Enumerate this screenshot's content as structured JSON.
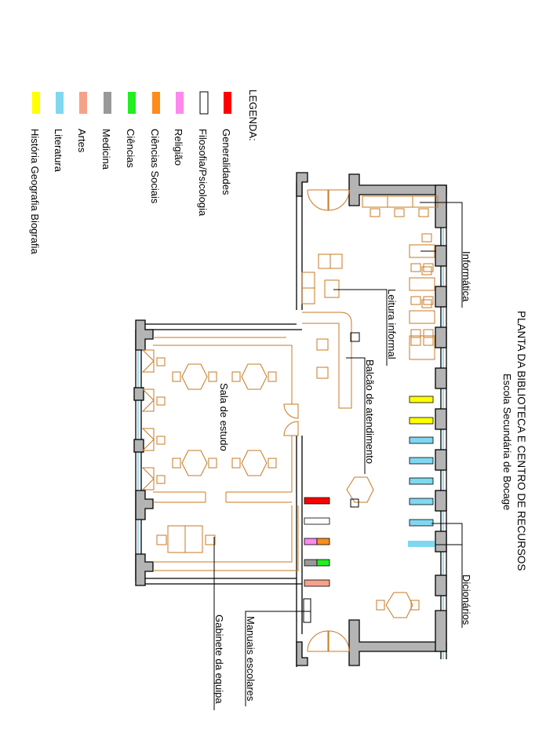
{
  "title": {
    "line1": "PLANTA DA BIBLIOTECA E CENTRO DE RECURSOS",
    "line2": "Escola Secundária de Bocage"
  },
  "legend": {
    "heading": "LEGENDA:",
    "items": [
      {
        "label": "Generalidades",
        "color": "#ff0000"
      },
      {
        "label": "Filosofia/Psicologia",
        "color": "#ffffff"
      },
      {
        "label": "Religião",
        "color": "#ff88ee"
      },
      {
        "label": "Ciências Sociais",
        "color": "#ff8c1a"
      },
      {
        "label": "Ciências",
        "color": "#22ee22"
      },
      {
        "label": "Medicina",
        "color": "#999999"
      },
      {
        "label": "Artes",
        "color": "#f5a28a"
      },
      {
        "label": "Literatura",
        "color": "#7fd8f0"
      },
      {
        "label": "História Geografia Biografia",
        "color": "#ffff00"
      }
    ]
  },
  "areas": {
    "informatica": "Informática",
    "leitura": "Leitura informal",
    "balcao": "Balcão de atendimento",
    "sala_estudo": "Sala de estudo",
    "dicionarios": "Dicionários",
    "manuais": "Manuais escolares",
    "gabinete": "Gabinete da equipa"
  },
  "colors": {
    "wall": "#b4b4b4",
    "furniture": "#c87820",
    "window": "#3cb4e6"
  }
}
